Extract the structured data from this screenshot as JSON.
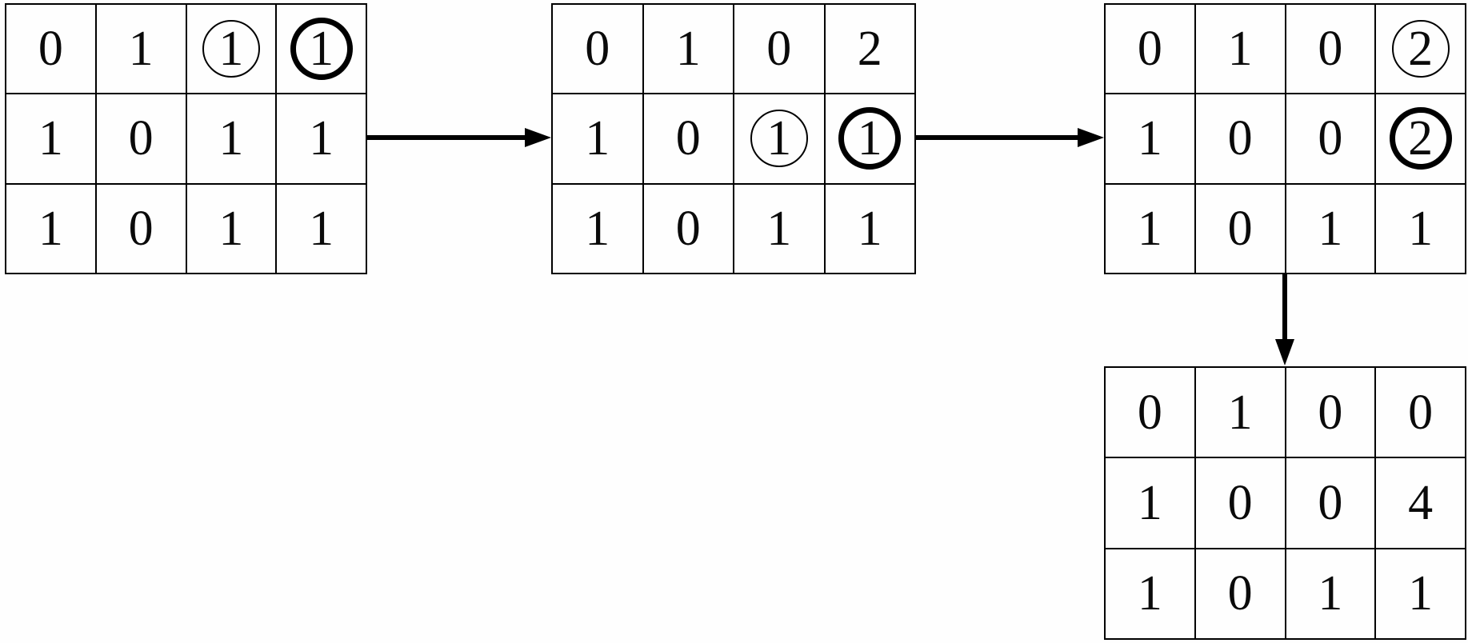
{
  "figure": {
    "description": "Step-by-step matrix merge diagram: four 3x4 grids connected by arrows; circled entries are combined (summed) at each step",
    "background_color": "#fefefe",
    "line_color": "#000000"
  },
  "grids": [
    {
      "name": "matrix-step-1",
      "rows": [
        [
          "0",
          "1",
          "1",
          "1"
        ],
        [
          "1",
          "0",
          "1",
          "1"
        ],
        [
          "1",
          "0",
          "1",
          "1"
        ]
      ],
      "annotations": [
        {
          "row": 0,
          "col": 2,
          "style": "thin-circle"
        },
        {
          "row": 0,
          "col": 3,
          "style": "bold-circle"
        }
      ]
    },
    {
      "name": "matrix-step-2",
      "rows": [
        [
          "0",
          "1",
          "0",
          "2"
        ],
        [
          "1",
          "0",
          "1",
          "1"
        ],
        [
          "1",
          "0",
          "1",
          "1"
        ]
      ],
      "annotations": [
        {
          "row": 1,
          "col": 2,
          "style": "thin-circle"
        },
        {
          "row": 1,
          "col": 3,
          "style": "bold-circle"
        }
      ]
    },
    {
      "name": "matrix-step-3",
      "rows": [
        [
          "0",
          "1",
          "0",
          "2"
        ],
        [
          "1",
          "0",
          "0",
          "2"
        ],
        [
          "1",
          "0",
          "1",
          "1"
        ]
      ],
      "annotations": [
        {
          "row": 0,
          "col": 3,
          "style": "thin-circle"
        },
        {
          "row": 1,
          "col": 3,
          "style": "bold-circle"
        }
      ]
    },
    {
      "name": "matrix-step-4",
      "rows": [
        [
          "0",
          "1",
          "0",
          "0"
        ],
        [
          "1",
          "0",
          "0",
          "4"
        ],
        [
          "1",
          "0",
          "1",
          "1"
        ]
      ],
      "annotations": []
    }
  ],
  "arrows": [
    {
      "name": "arrow-step1-to-step2",
      "direction": "right"
    },
    {
      "name": "arrow-step2-to-step3",
      "direction": "right"
    },
    {
      "name": "arrow-step3-to-step4",
      "direction": "down"
    }
  ]
}
